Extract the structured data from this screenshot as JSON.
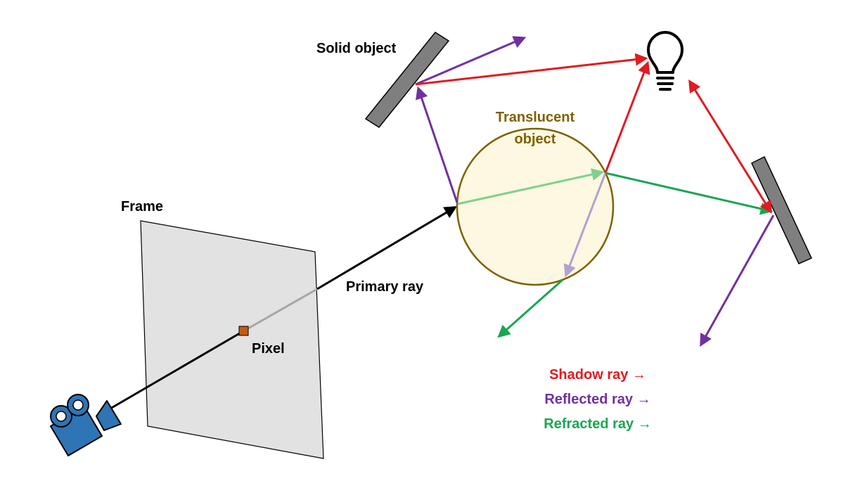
{
  "labels": {
    "solid_object": "Solid object",
    "translucent_object_line1": "Translucent",
    "translucent_object_line2": "object",
    "frame": "Frame",
    "primary_ray": "Primary ray",
    "pixel": "Pixel"
  },
  "legend": [
    {
      "label": "Shadow ray →",
      "color": "#e01b22"
    },
    {
      "label": "Reflected ray →",
      "color": "#7030a0"
    },
    {
      "label": "Refracted ray →",
      "color": "#1aa552"
    }
  ],
  "colors": {
    "shadow": "#e01b22",
    "reflected": "#7030a0",
    "refracted": "#1aa552",
    "translucent_label": "#7f6000",
    "sphere_fill": "#fdf8e1",
    "sphere_stroke": "#7f6000",
    "camera": "#2e75b6",
    "pixel": "#c55a11"
  },
  "icons": [
    "camera-icon",
    "light-bulb-icon"
  ]
}
